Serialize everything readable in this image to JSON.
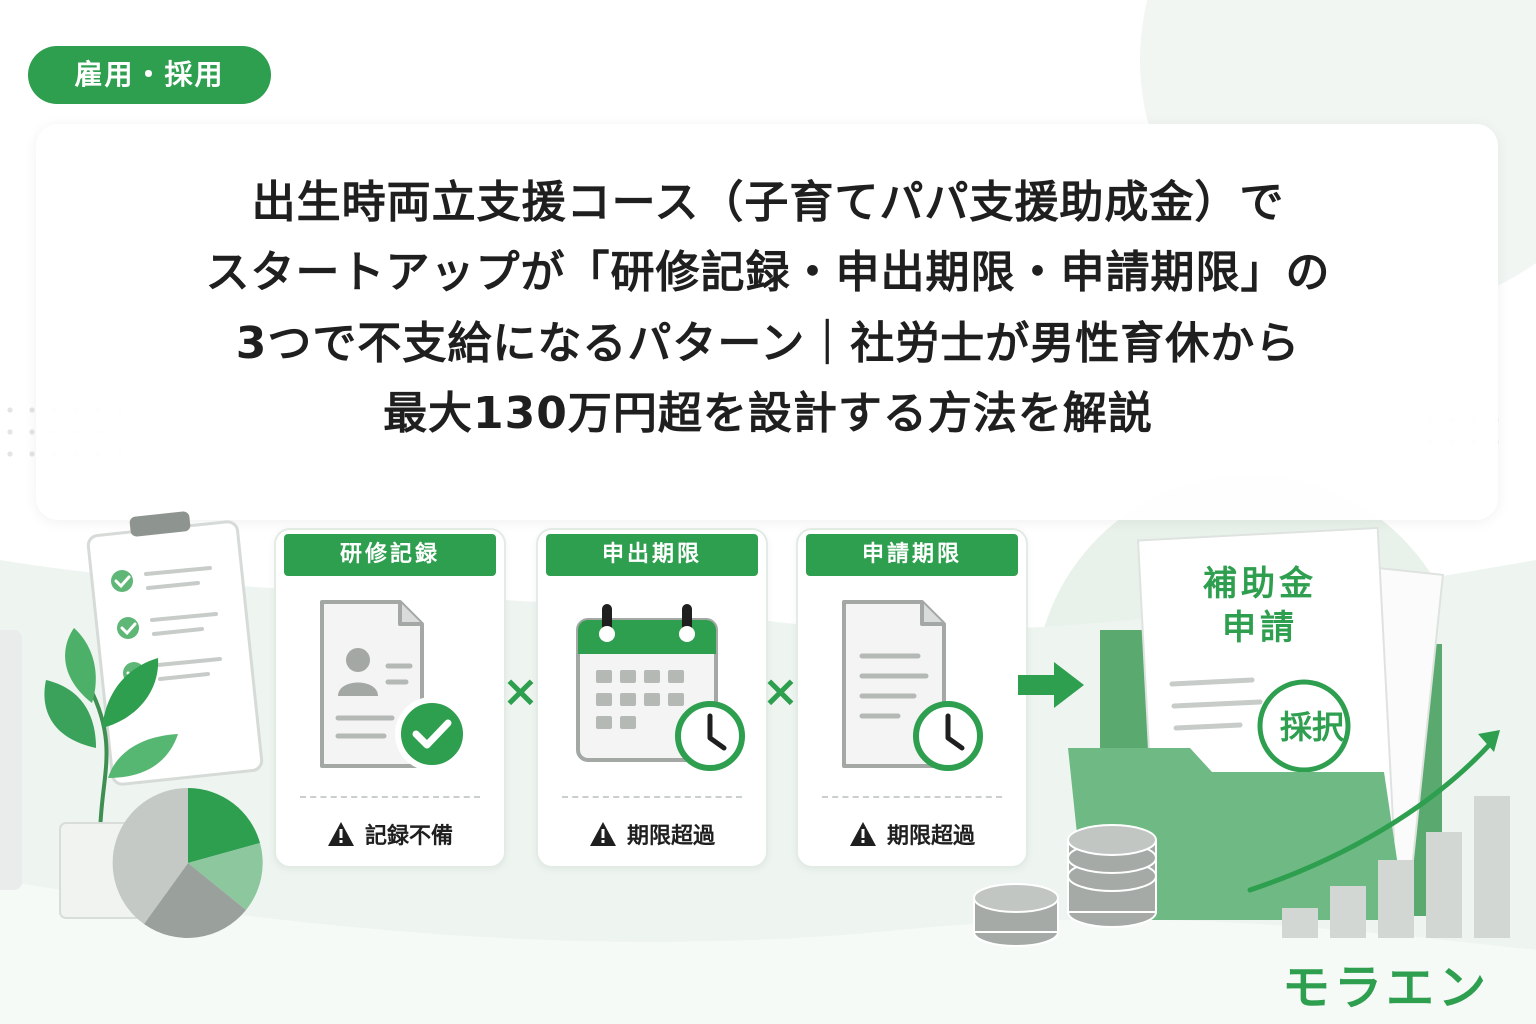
{
  "category_tag": "雇用・採用",
  "title": {
    "line1": "出生時両立支援コース（子育てパパ支援助成金）で",
    "line2": "スタートアップが「研修記録・申出期限・申請期限」の",
    "line3": "3つで不支給になるパターン｜社労士が男性育休から",
    "line4": "最大130万円超を設計する方法を解説"
  },
  "cards": [
    {
      "header": "研修記録",
      "footer": "記録不備",
      "icon": "document-person-check-icon"
    },
    {
      "header": "申出期限",
      "footer": "期限超過",
      "icon": "calendar-clock-icon"
    },
    {
      "header": "申請期限",
      "footer": "期限超過",
      "icon": "document-clock-icon"
    }
  ],
  "operators": [
    "×",
    "×"
  ],
  "subsidy_doc": {
    "line1": "補助金",
    "line2": "申請",
    "stamp": "採択"
  },
  "logo": "モラエン",
  "colors": {
    "accent": "#2e9e4f",
    "accent_light": "#8cc79d",
    "gray": "#9aa09c",
    "bg_tint": "#edf4ef"
  }
}
